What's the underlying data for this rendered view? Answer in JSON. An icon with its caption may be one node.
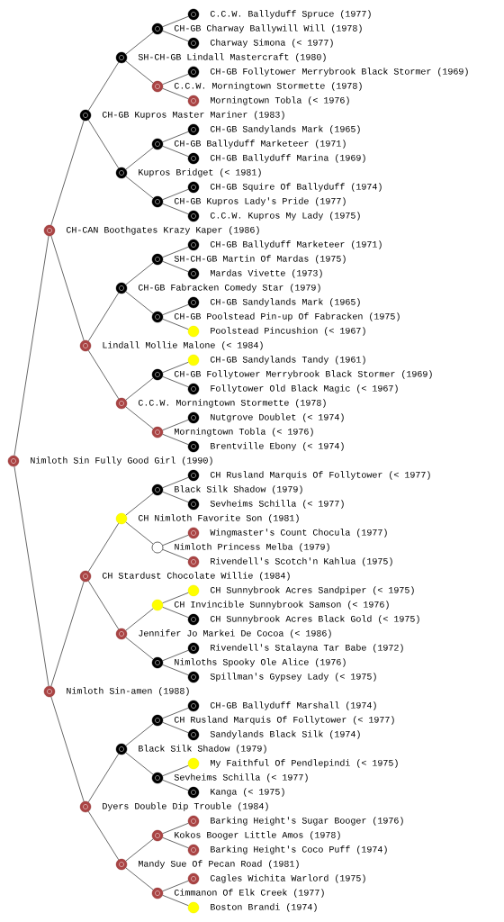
{
  "diagram": {
    "nodes": [
      {
        "text": [
          "C.C.W. Ballyduff Spruce (1977)"
        ]
      },
      {
        "text": [
          "CH-GB Charway Ballywill Will (1978)"
        ]
      },
      {
        "text": [
          "Charway Simona (< 1977)"
        ]
      },
      {
        "text": [
          "SH-CH-GB Lindall Mastercraft (1980)"
        ]
      },
      {
        "text": [
          "CH-GB Follytower Merrybrook Black Stormer (1969)"
        ]
      },
      {
        "text": [
          "C.C.W. Morningtown Stormette (1978)"
        ]
      },
      {
        "text": [
          "Morningtown Tobla (< 1976)"
        ]
      },
      {
        "text": [
          "CH-GB Kupros Master Mariner (1983)"
        ]
      },
      {
        "text": [
          "CH-GB Sandylands Mark (1965)"
        ]
      },
      {
        "text": [
          "CH-GB Ballyduff Marketeer (1971)"
        ]
      },
      {
        "text": [
          "CH-GB Ballyduff Marina (1969)"
        ]
      },
      {
        "text": [
          "Kupros Bridget (< 1981)"
        ]
      },
      {
        "text": [
          "CH-GB Squire Of Ballyduff (1974)"
        ]
      },
      {
        "text": [
          "CH-GB Kupros Lady's Pride (1977)"
        ]
      },
      {
        "text": [
          "C.C.W. Kupros My Lady (1975)"
        ]
      },
      {
        "text": [
          "CH-CAN Boothgates Krazy Kaper (1986)"
        ]
      },
      {
        "text": [
          "CH-GB Ballyduff Marketeer (1971)"
        ]
      },
      {
        "text": [
          "SH-CH-GB Martin Of Mardas (1975)"
        ]
      },
      {
        "text": [
          "Mardas Vivette (1973)"
        ]
      },
      {
        "text": [
          "CH-GB Fabracken Comedy Star (1979)"
        ]
      },
      {
        "text": [
          "CH-GB Sandylands Mark (1965)"
        ]
      },
      {
        "text": [
          "CH-GB Poolstead Pin-up Of Fabracken (1975)"
        ]
      },
      {
        "text": [
          "Poolstead Pincushion (< 1967)"
        ]
      },
      {
        "text": [
          "Lindall Mollie Malone (< 1984)"
        ]
      },
      {
        "text": [
          "CH-GB Sandylands Tandy (1961)"
        ]
      },
      {
        "text": [
          "CH-GB Follytower Merrybrook Black Stormer (1969)"
        ]
      },
      {
        "text": [
          "Follytower Old Black Magic (< 1967)"
        ]
      },
      {
        "text": [
          "C.C.W. Morningtown Stormette (1978)"
        ]
      },
      {
        "text": [
          "Nutgrove Doublet (< 1974)"
        ]
      },
      {
        "text": [
          "Morningtown Tobla (< 1976)"
        ]
      },
      {
        "text": [
          "Brentville Ebony (< 1974)"
        ]
      },
      {
        "text": [
          "Nimloth Sin Fully Good Girl (1990)"
        ]
      },
      {
        "text": [
          "CH Rusland Marquis Of Follytower (< 1977)"
        ]
      },
      {
        "text": [
          "Black Silk Shadow (1979)"
        ]
      },
      {
        "text": [
          "Sevheims Schilla (< 1977)"
        ]
      },
      {
        "text": [
          "CH Nimloth Favorite Son (1981)"
        ]
      },
      {
        "text": [
          "Wingmaster's Count Chocula (1977)"
        ]
      },
      {
        "text": [
          "Nimloth Princess Melba (1979)"
        ]
      },
      {
        "text": [
          "Rivendell's Scotch'n Kahlua (1975)"
        ]
      },
      {
        "text": [
          "CH Stardust Chocolate Willie (1984)"
        ]
      },
      {
        "text": [
          "CH Sunnybrook Acres Sandpiper (< 1975)"
        ]
      },
      {
        "text": [
          "CH Invincible Sunnybrook Samson (< 1976)"
        ]
      },
      {
        "text": [
          "CH Sunnybrook Acres Black Gold (< 1975)"
        ]
      },
      {
        "text": [
          "Jennifer Jo Markei De Cocoa (< 1986)"
        ]
      },
      {
        "text": [
          "Rivendell's Stalayna Tar Babe (1972)"
        ]
      },
      {
        "text": [
          "Nimloths Spooky Ole Alice (1976)"
        ]
      },
      {
        "text": [
          "Spillman's Gypsey Lady (< 1975)"
        ]
      },
      {
        "text": [
          "Nimloth Sin-amen (1988)"
        ]
      },
      {
        "text": [
          "CH-GB Ballyduff Marshall (1974)"
        ]
      },
      {
        "text": [
          "CH Rusland Marquis Of Follytower (< 1977)"
        ]
      },
      {
        "text": [
          "Sandylands Black Silk (1974)"
        ]
      },
      {
        "text": [
          "Black Silk Shadow (1979)"
        ]
      },
      {
        "text": [
          "My Faithful Of Pendlepindi (< 1975)"
        ]
      },
      {
        "text": [
          "Sevheims Schilla (< 1977)"
        ]
      },
      {
        "text": [
          "Kanga (< 1975)"
        ]
      },
      {
        "text": [
          "Dyers Double Dip Trouble (1984)"
        ]
      },
      {
        "text": [
          "Barking Height's Sugar Booger (1976)"
        ]
      },
      {
        "text": [
          "Kokos Booger Little Amos (1978)"
        ]
      },
      {
        "text": [
          "Barking Height's Coco Puff (1974)"
        ]
      },
      {
        "text": [
          "Mandy Sue Of Pecan Road (1981)"
        ]
      },
      {
        "text": [
          "Cagles Wichita Warlord (1975)"
        ]
      },
      {
        "text": [
          "Cimmanon Of Elk Creek (1977)"
        ]
      },
      {
        "text": [
          "Boston Brandi (1974)"
        ]
      }
    ],
    "edges": [
      {
        "from": 31,
        "to": 15,
        "arrow": "none"
      },
      {
        "from": 31,
        "to": 47,
        "arrow": "none"
      },
      {
        "from": 15,
        "to": 7,
        "arrow": "none"
      },
      {
        "from": 15,
        "to": 23,
        "arrow": "none"
      },
      {
        "from": 47,
        "to": 39,
        "arrow": "none"
      },
      {
        "from": 47,
        "to": 55,
        "arrow": "none"
      },
      {
        "from": 7,
        "to": 3,
        "arrow": "none"
      },
      {
        "from": 7,
        "to": 11,
        "arrow": "none"
      },
      {
        "from": 23,
        "to": 19,
        "arrow": "none"
      },
      {
        "from": 23,
        "to": 27,
        "arrow": "none"
      },
      {
        "from": 39,
        "to": 35,
        "arrow": "none"
      },
      {
        "from": 39,
        "to": 43,
        "arrow": "none"
      },
      {
        "from": 55,
        "to": 51,
        "arrow": "none"
      },
      {
        "from": 55,
        "to": 59,
        "arrow": "none"
      },
      {
        "from": 3,
        "to": 1,
        "arrow": "none"
      },
      {
        "from": 3,
        "to": 5,
        "arrow": "none"
      },
      {
        "from": 11,
        "to": 9,
        "arrow": "none"
      },
      {
        "from": 11,
        "to": 13,
        "arrow": "none"
      },
      {
        "from": 19,
        "to": 17,
        "arrow": "none"
      },
      {
        "from": 19,
        "to": 21,
        "arrow": "none"
      },
      {
        "from": 27,
        "to": 25,
        "arrow": "none"
      },
      {
        "from": 27,
        "to": 29,
        "arrow": "none"
      },
      {
        "from": 35,
        "to": 33,
        "arrow": "none"
      },
      {
        "from": 35,
        "to": 37,
        "arrow": "none"
      },
      {
        "from": 43,
        "to": 41,
        "arrow": "none"
      },
      {
        "from": 43,
        "to": 45,
        "arrow": "none"
      },
      {
        "from": 51,
        "to": 49,
        "arrow": "none"
      },
      {
        "from": 51,
        "to": 53,
        "arrow": "none"
      },
      {
        "from": 59,
        "to": 57,
        "arrow": "none"
      },
      {
        "from": 59,
        "to": 61,
        "arrow": "none"
      },
      {
        "from": 1,
        "to": 0,
        "arrow": "none"
      },
      {
        "from": 1,
        "to": 2,
        "arrow": "none"
      },
      {
        "from": 5,
        "to": 4,
        "arrow": "none"
      },
      {
        "from": 5,
        "to": 6,
        "arrow": "none"
      },
      {
        "from": 9,
        "to": 8,
        "arrow": "none"
      },
      {
        "from": 9,
        "to": 10,
        "arrow": "none"
      },
      {
        "from": 13,
        "to": 12,
        "arrow": "none"
      },
      {
        "from": 13,
        "to": 14,
        "arrow": "none"
      },
      {
        "from": 17,
        "to": 16,
        "arrow": "none"
      },
      {
        "from": 17,
        "to": 18,
        "arrow": "none"
      },
      {
        "from": 21,
        "to": 20,
        "arrow": "none"
      },
      {
        "from": 21,
        "to": 22,
        "arrow": "none"
      },
      {
        "from": 25,
        "to": 24,
        "arrow": "none"
      },
      {
        "from": 25,
        "to": 26,
        "arrow": "none"
      },
      {
        "from": 29,
        "to": 28,
        "arrow": "none"
      },
      {
        "from": 29,
        "to": 30,
        "arrow": "none"
      },
      {
        "from": 33,
        "to": 32,
        "arrow": "none"
      },
      {
        "from": 33,
        "to": 34,
        "arrow": "none"
      },
      {
        "from": 37,
        "to": 36,
        "arrow": "none"
      },
      {
        "from": 37,
        "to": 38,
        "arrow": "none"
      },
      {
        "from": 41,
        "to": 40,
        "arrow": "none"
      },
      {
        "from": 41,
        "to": 42,
        "arrow": "none"
      },
      {
        "from": 45,
        "to": 44,
        "arrow": "none"
      },
      {
        "from": 45,
        "to": 46,
        "arrow": "none"
      },
      {
        "from": 49,
        "to": 48,
        "arrow": "none"
      },
      {
        "from": 49,
        "to": 50,
        "arrow": "none"
      },
      {
        "from": 53,
        "to": 52,
        "arrow": "none"
      },
      {
        "from": 53,
        "to": 54,
        "arrow": "none"
      },
      {
        "from": 57,
        "to": 56,
        "arrow": "none"
      },
      {
        "from": 57,
        "to": 58,
        "arrow": "none"
      },
      {
        "from": 61,
        "to": 60,
        "arrow": "none"
      },
      {
        "from": 61,
        "to": 62,
        "arrow": "none"
      }
    ]
  }
}
